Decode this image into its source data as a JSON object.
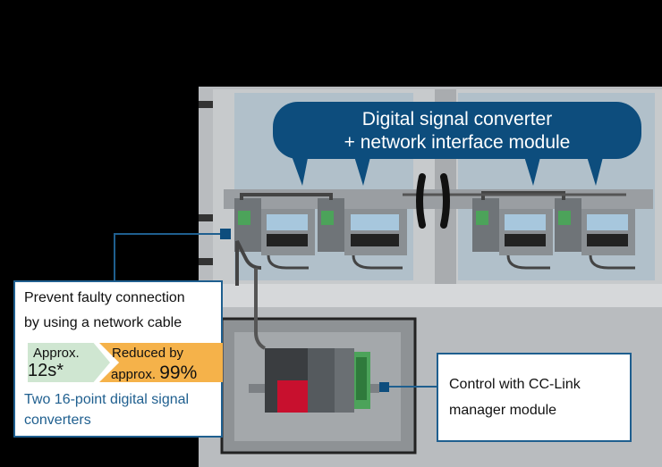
{
  "bubble": {
    "line1": "Digital signal converter",
    "line2": "+ network interface module"
  },
  "left_callout": {
    "heading_line1": "Prevent faulty connection",
    "heading_line2": "by using a network cable",
    "approx_label": "Approx.",
    "approx_value": "12s*",
    "reduced_label_line1": "Reduced by",
    "reduced_label_line2": "approx.",
    "reduced_value": "99%",
    "footer_line1": "Two 16-point digital signal",
    "footer_line2": "converters"
  },
  "right_callout": {
    "line1": "Control with CC-Link",
    "line2": "manager module"
  },
  "colors": {
    "accent_blue": "#0d4d7d",
    "border_blue": "#1f5f8f",
    "arrow_green": "#cfe6d1",
    "arrow_orange": "#f5b24a",
    "plc_red": "#c8102e"
  }
}
